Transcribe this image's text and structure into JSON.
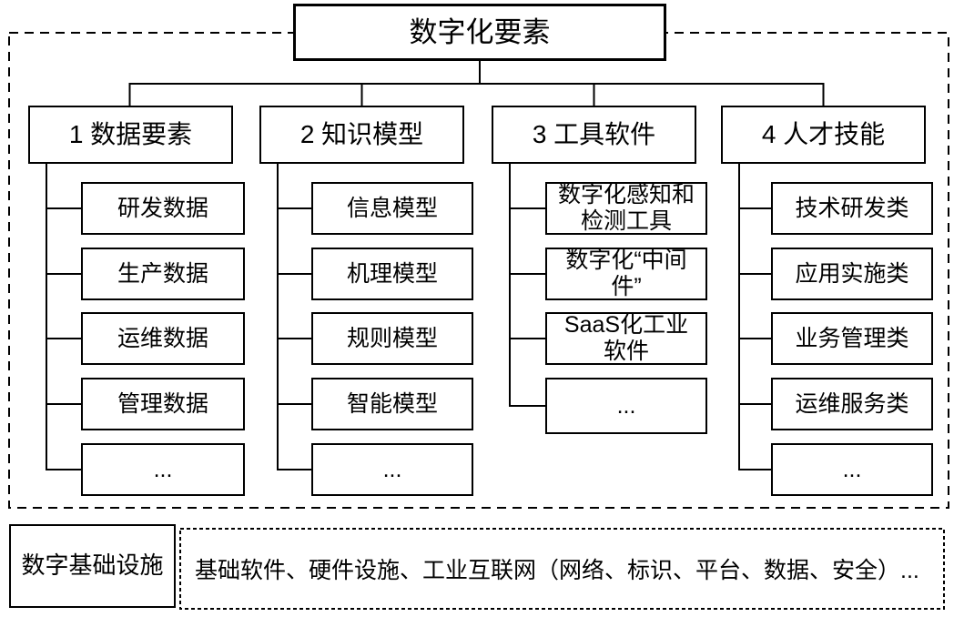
{
  "diagram": {
    "title": "数字化要素",
    "categories": [
      {
        "label": "1 数据要素",
        "children": [
          "研发数据",
          "生产数据",
          "运维数据",
          "管理数据",
          "..."
        ]
      },
      {
        "label": "2 知识模型",
        "children": [
          "信息模型",
          "机理模型",
          "规则模型",
          "智能模型",
          "..."
        ]
      },
      {
        "label": "3 工具软件",
        "children": [
          "数字化感知和\n检测工具",
          "数字化“中间\n件”",
          "SaaS化工业\n软件",
          "..."
        ]
      },
      {
        "label": "4 人才技能",
        "children": [
          "技术研发类",
          "应用实施类",
          "业务管理类",
          "运维服务类",
          "..."
        ]
      }
    ],
    "infrastructure": {
      "label": "数字基础设施",
      "description": "基础软件、硬件设施、工业互联网（网络、标识、平台、数据、安全）..."
    },
    "colors": {
      "line": "#000000",
      "background": "#ffffff",
      "text": "#000000"
    }
  }
}
